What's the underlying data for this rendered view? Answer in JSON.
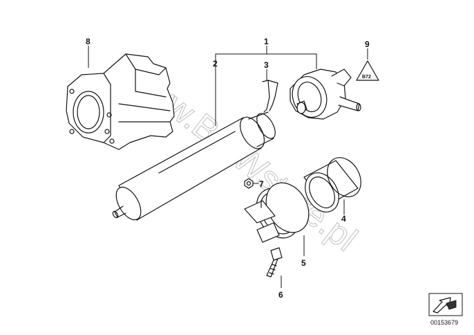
{
  "callouts": [
    {
      "id": "1",
      "label": "1"
    },
    {
      "id": "2",
      "label": "2"
    },
    {
      "id": "3",
      "label": "3"
    },
    {
      "id": "4",
      "label": "4"
    },
    {
      "id": "5",
      "label": "5"
    },
    {
      "id": "6",
      "label": "6"
    },
    {
      "id": "7",
      "label": "7"
    },
    {
      "id": "8",
      "label": "8"
    },
    {
      "id": "9",
      "label": "9"
    }
  ],
  "warning_label_text": "B72",
  "watermark_text": "www.BMWstore.pl",
  "reference_number": "00153679",
  "icons": [
    "triangle-warning-icon",
    "direction-arrow-icon"
  ],
  "colors": {
    "line": "#111111",
    "watermark": "#c8c8c8",
    "background": "#ffffff"
  }
}
